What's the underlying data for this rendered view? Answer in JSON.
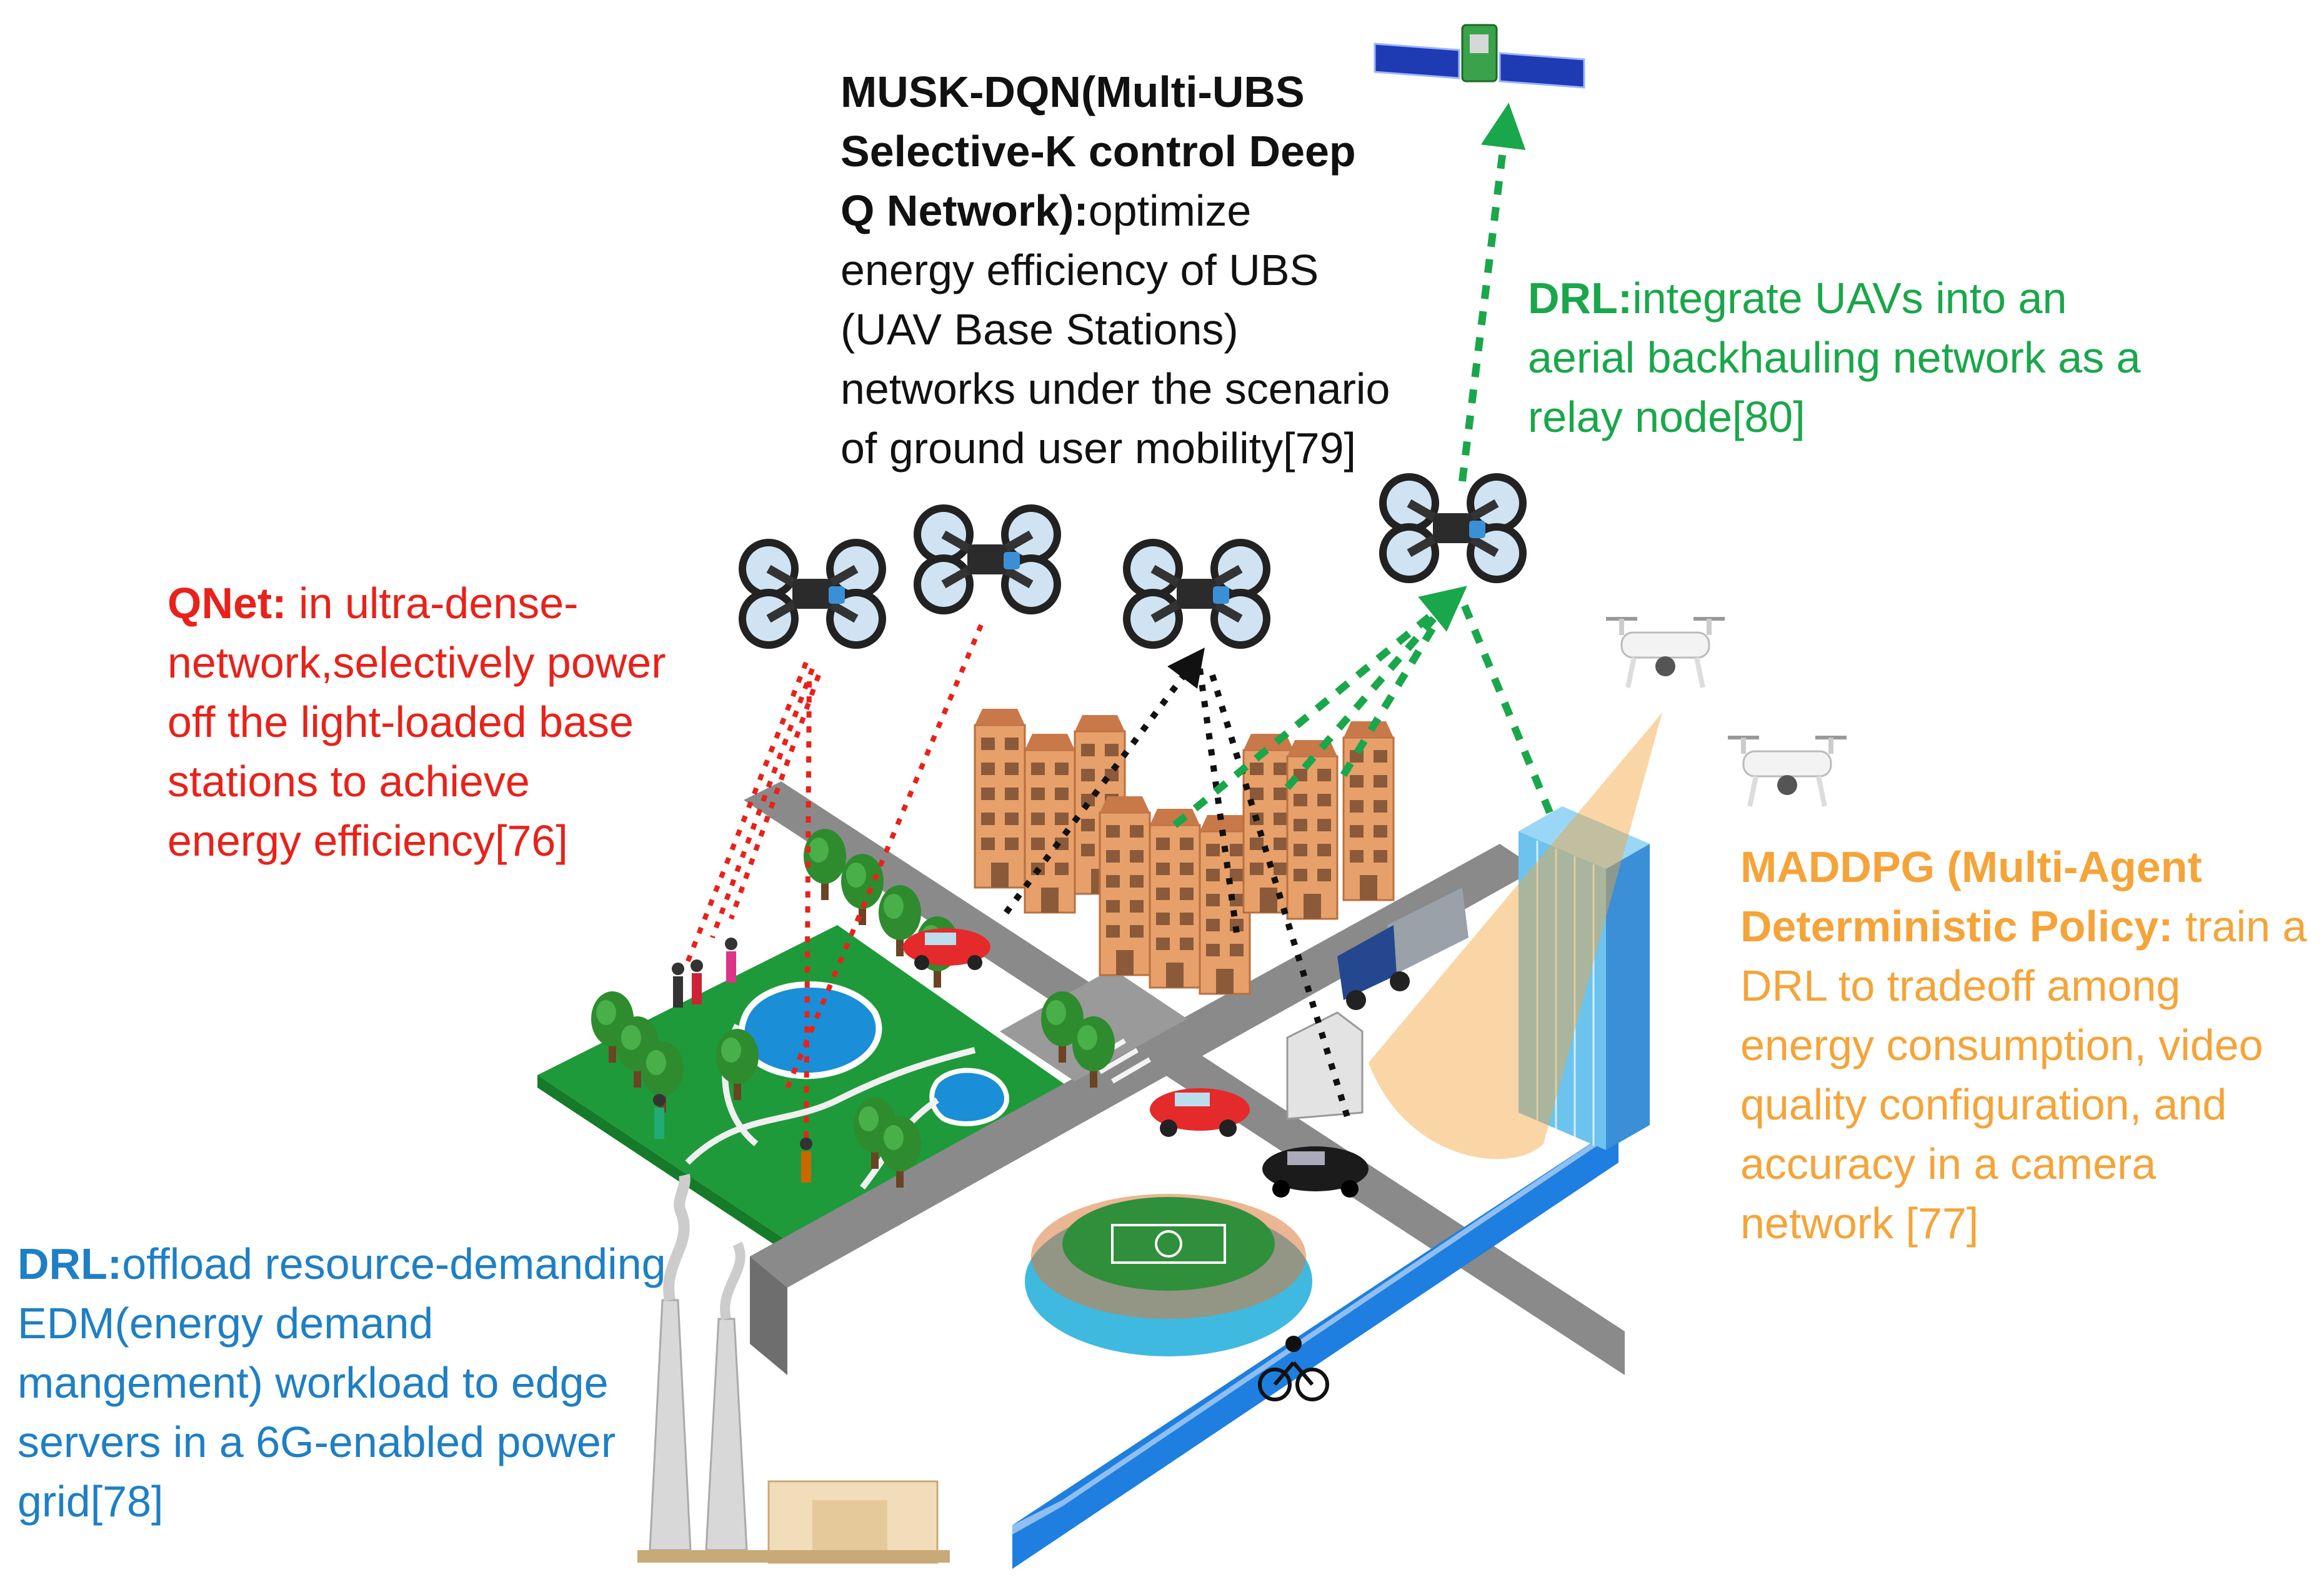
{
  "labels": {
    "musk": {
      "bold": "MUSK-DQN(Multi-UBS Selective-K control Deep Q Network):",
      "text": "optimize energy efficiency of UBS (UAV Base Stations) networks under the scenario of ground user mobility[79]"
    },
    "drl_relay": {
      "bold": "DRL:",
      "text": "integrate UAVs into an aerial backhauling network as a relay node[80]"
    },
    "qnet": {
      "bold": "QNet:",
      "text": " in ultra-dense-network,selectively power off the light-loaded base stations to achieve energy efficiency[76]"
    },
    "maddpg": {
      "bold": "MADDPG  (Multi-Agent Deterministic Policy:",
      "text": " train a DRL to tradeoff among energy consumption, video quality configuration, and accuracy in a camera network [77]"
    },
    "drl_edm": {
      "bold": "DRL:",
      "text": "offload resource-demanding EDM(energy demand mangement) workload to edge servers in a 6G-enabled power grid[78]"
    }
  },
  "colors": {
    "qnet": "#e8221b",
    "musk": "#111111",
    "drl_relay": "#1aa64a",
    "maddpg": "#f5a43a",
    "drl_edm": "#1f7fc4",
    "road": "#8a8a8a",
    "grass": "#1f9a3a",
    "river": "#1e7fe0",
    "building": "#e8a06a"
  },
  "icons": [
    "satellite-icon",
    "quadcopter-drone-icon",
    "camera-drone-icon",
    "car-icon",
    "truck-icon",
    "tree-icon",
    "pedestrian-icon",
    "cyclist-icon",
    "stadium-icon",
    "power-plant-icon",
    "building-icon"
  ]
}
